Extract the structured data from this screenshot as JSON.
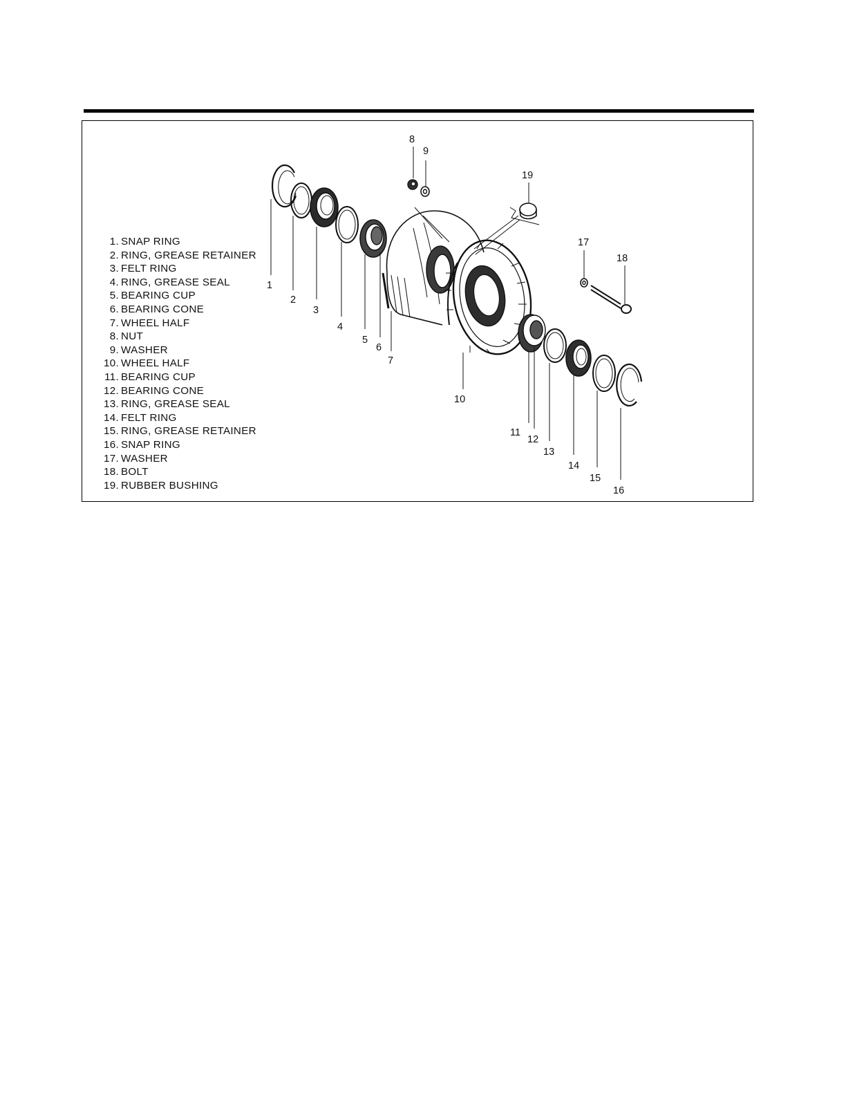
{
  "legend": [
    {
      "num": "1.",
      "label": "SNAP RING"
    },
    {
      "num": "2.",
      "label": "RING, GREASE RETAINER"
    },
    {
      "num": "3.",
      "label": "FELT RING"
    },
    {
      "num": "4.",
      "label": "RING, GREASE SEAL"
    },
    {
      "num": "5.",
      "label": "BEARING CUP"
    },
    {
      "num": "6.",
      "label": "BEARING CONE"
    },
    {
      "num": "7.",
      "label": "WHEEL HALF"
    },
    {
      "num": "8.",
      "label": "NUT"
    },
    {
      "num": "9.",
      "label": "WASHER"
    },
    {
      "num": "10.",
      "label": "WHEEL HALF"
    },
    {
      "num": "11.",
      "label": "BEARING CUP"
    },
    {
      "num": "12.",
      "label": "BEARING CONE"
    },
    {
      "num": "13.",
      "label": "RING, GREASE SEAL"
    },
    {
      "num": "14.",
      "label": "FELT RING"
    },
    {
      "num": "15.",
      "label": "RING, GREASE RETAINER"
    },
    {
      "num": "16.",
      "label": "SNAP RING"
    },
    {
      "num": "17.",
      "label": "WASHER"
    },
    {
      "num": "18.",
      "label": "BOLT"
    },
    {
      "num": "19.",
      "label": "RUBBER BUSHING"
    }
  ],
  "callouts": [
    "1",
    "2",
    "3",
    "4",
    "5",
    "6",
    "7",
    "8",
    "9",
    "10",
    "11",
    "12",
    "13",
    "14",
    "15",
    "16",
    "17",
    "18",
    "19"
  ]
}
